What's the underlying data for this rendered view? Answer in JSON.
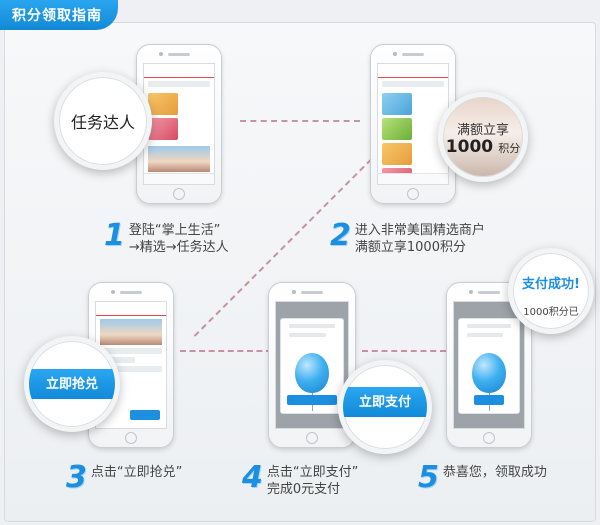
{
  "header": {
    "title": "积分领取指南"
  },
  "phone1": {
    "zoom_label": "任务达人"
  },
  "phone2": {
    "zoom_line1": "满额立享",
    "zoom_points": "1000",
    "zoom_unit": "积分"
  },
  "phone3": {
    "zoom_button": "立即抢兑"
  },
  "phone4": {
    "zoom_button": "立即支付"
  },
  "phone5": {
    "zoom_title": "支付成功!",
    "zoom_sub": "1000积分已"
  },
  "steps": [
    {
      "num": "1",
      "line1": "登陆“掌上生活”",
      "line2": "→精选→任务达人"
    },
    {
      "num": "2",
      "line1": "进入非常美国精选商户",
      "line2": "满额立享1000积分"
    },
    {
      "num": "3",
      "line1": "点击“立即抢兑”",
      "line2": ""
    },
    {
      "num": "4",
      "line1": "点击“立即支付”",
      "line2": "完成0元支付"
    },
    {
      "num": "5",
      "line1": "恭喜您，领取成功",
      "line2": ""
    }
  ],
  "colors": {
    "accent": "#1c8fe0",
    "dash": "#b66a7a"
  }
}
